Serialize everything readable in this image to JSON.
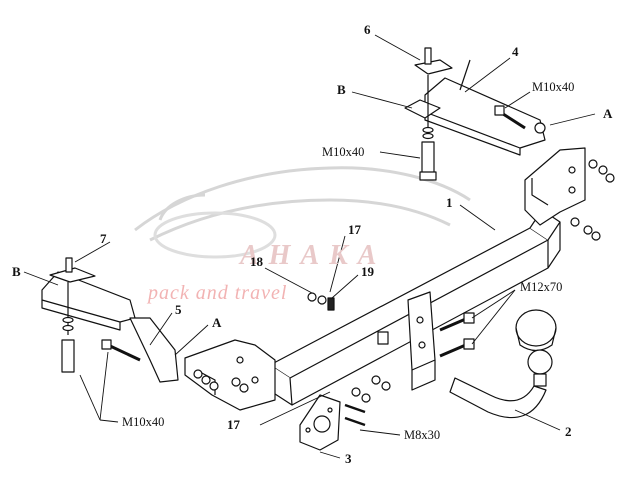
{
  "labels": {
    "p1": "1",
    "p2": "2",
    "p3": "3",
    "p4": "4",
    "p5": "5",
    "p6": "6",
    "p7": "7",
    "p17a": "17",
    "p17b": "17",
    "p18": "18",
    "p19": "19",
    "A1": "A",
    "A2": "A",
    "B1": "B",
    "B2": "B",
    "bolt_m10x40_top_right": "M10x40",
    "bolt_m10x40_mid": "M10x40",
    "bolt_m10x40_bottom_left": "M10x40",
    "bolt_m12x70": "M12x70",
    "bolt_m8x30": "M8x30"
  },
  "watermark": {
    "brand": "AHAKA",
    "tagline": "pack and travel"
  },
  "colors": {
    "line": "#111111",
    "watermark_red": "#e88a8a",
    "watermark_grey": "#cfcfcf"
  }
}
